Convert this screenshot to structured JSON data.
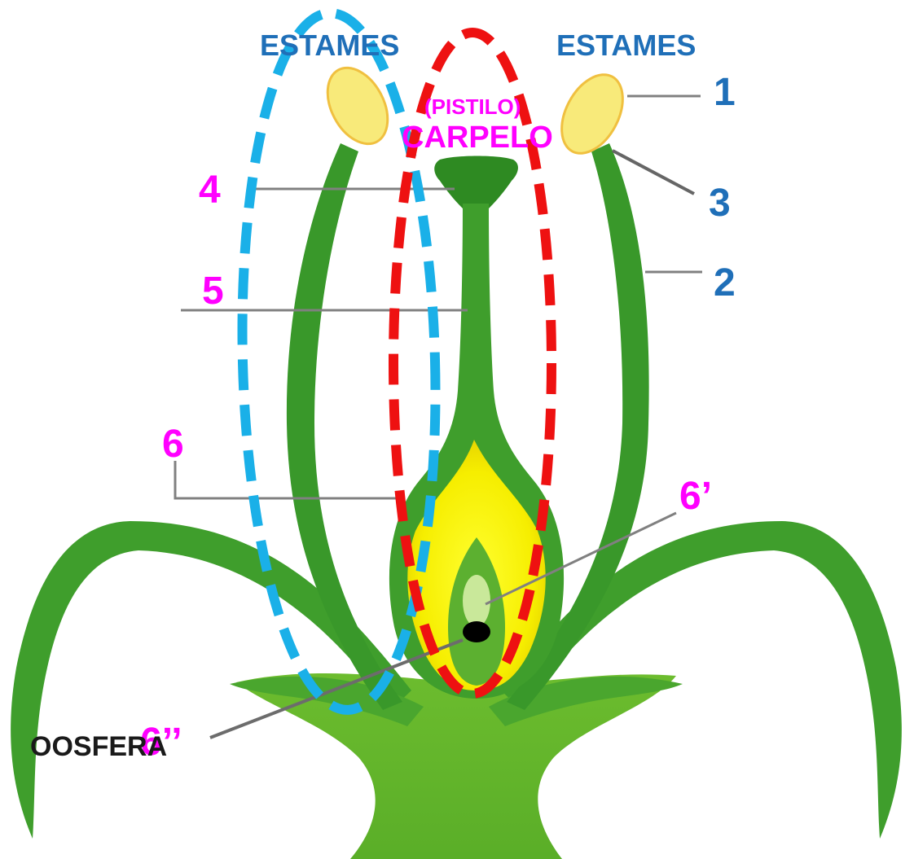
{
  "labels": {
    "stamens_left": "ESTAMES",
    "stamens_right": "ESTAMES",
    "pistil": "(PISTILO)",
    "carpel": "CARPELO",
    "n1": "1",
    "n2": "2",
    "n3": "3",
    "n4": "4",
    "n5": "5",
    "n6": "6",
    "n6_prime": "6’",
    "n6_double_prime": "6’’",
    "oosfera": "OOSFERA"
  },
  "colors": {
    "blue_label": "#1f6fb8",
    "magenta_label": "#ff00ff",
    "black_label": "#1a1a1a",
    "stem_green": "#3a9a2a",
    "dark_green": "#2e8a22",
    "light_green": "#6ab82e",
    "ovary_yellow": "#f6f000",
    "anther_yellow": "#f8ea7a",
    "anther_edge": "#f0c040",
    "stamen_ellipse": "#1ab0e8",
    "carpel_ellipse": "#ee1111",
    "leader_line": "#808080",
    "ovum": "#000000"
  }
}
